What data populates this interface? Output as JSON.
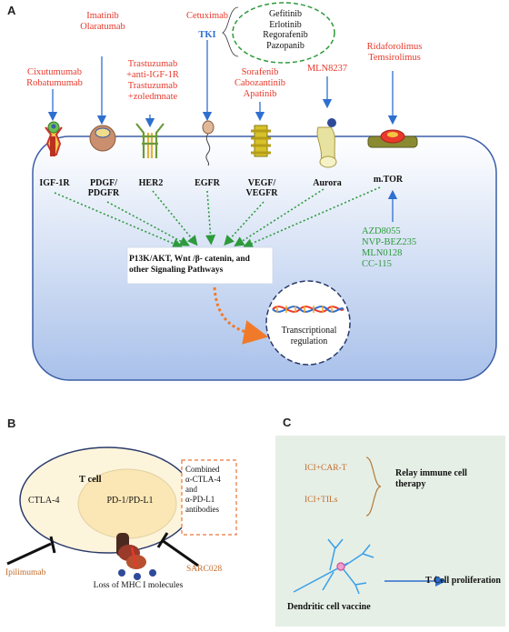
{
  "panelA": {
    "letter": "A",
    "drugs": {
      "cixutumumab": "Cixutumumab",
      "robatumumab": "Robatumumab",
      "imatinib": "Imatinib",
      "olaratumab": "Olaratumab",
      "trastuzumab1": "Trastuzumab",
      "antiIGF": "+anti-IGF-1R",
      "trastuzumab2": "Trastuzumab",
      "zoledmnate": "+zoledmnate",
      "cetuximab": "Cetuximab",
      "tki": "TKI",
      "tki_list": [
        "Gefitinib",
        "Erlotinib",
        "Regorafenib",
        "Pazopanib"
      ],
      "sorafenib": "Sorafenib",
      "cabozantinib": "Cabozantinib",
      "apatinib": "Apatinib",
      "mln8237": "MLN8237",
      "ridaforolimus": "Ridaforolimus",
      "temsirolimus": "Temsirolimus"
    },
    "receptors": {
      "igf1r": "IGF-1R",
      "pdgf1": "PDGF/",
      "pdgf2": "PDGFR",
      "her2": "HER2",
      "egfr": "EGFR",
      "vegf1": "VEGF/",
      "vegf2": "VEGFR",
      "aurora": "Aurora",
      "mtor": "m.TOR"
    },
    "mtor_inhibitors": [
      "AZD8055",
      "NVP-BEZ235",
      "MLN0128",
      "CC-115"
    ],
    "pathway": [
      "P13K/AKT, Wnt /β- catenin, and",
      "other Signaling Pathways"
    ],
    "transcription": [
      "Transcriptional",
      "regulation"
    ],
    "colors": {
      "red": "#e8392c",
      "green": "#2e9a3c",
      "blue": "#2e6fcf",
      "cell_top": "#ffffff",
      "cell_bottom": "#a9c1ea"
    }
  },
  "panelB": {
    "letter": "B",
    "tcell": "T cell",
    "ctla4": "CTLA-4",
    "pd1": "PD-1/PD-L1",
    "combined": [
      "Combined",
      "α-CTLA-4",
      "and",
      "α-PD-L1",
      "antibodies"
    ],
    "ipilimumab": "Ipilimumab",
    "sarc028": "SARC028",
    "mhc": "Loss of MHC I molecules"
  },
  "panelC": {
    "letter": "C",
    "ici_car": "ICI+CAR-T",
    "ici_tils": "ICI+TILs",
    "relay": [
      "Relay immune cell",
      "therapy"
    ],
    "prolif": "T Cell proliferation",
    "vaccine": "Dendritic cell vaccine",
    "bg": "#e6efe6"
  }
}
